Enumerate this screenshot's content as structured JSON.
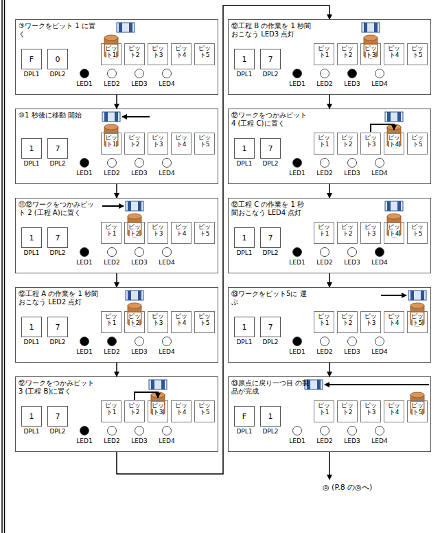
{
  "diagram": {
    "nodes": [
      {
        "text": [
          "③ワークをピット 1 に置く"
        ]
      },
      {
        "text": [
          "F"
        ],
        "in": 0
      },
      {
        "text": [
          "0"
        ],
        "in": 0
      },
      {
        "text": [
          "ピット1"
        ],
        "in": 0
      },
      {
        "text": [
          "ピット2"
        ],
        "in": 0
      },
      {
        "text": [
          "ピット3"
        ],
        "in": 0
      },
      {
        "text": [
          "ピット4"
        ],
        "in": 0
      },
      {
        "text": [
          "ピット5"
        ],
        "in": 0
      },
      {
        "text": [
          "⑩1 秒後に移動 開始"
        ]
      },
      {
        "text": [
          "1"
        ],
        "in": 8
      },
      {
        "text": [
          "7"
        ],
        "in": 8
      },
      {
        "text": [
          "ピット1"
        ],
        "in": 8
      },
      {
        "text": [
          "ピット2"
        ],
        "in": 8
      },
      {
        "text": [
          "ピット3"
        ],
        "in": 8
      },
      {
        "text": [
          "ピット4"
        ],
        "in": 8
      },
      {
        "text": [
          "ピット5"
        ],
        "in": 8
      },
      {
        "text": [
          "⑪⑫ワークをつかみピット 2 (工程 A)に置く"
        ]
      },
      {
        "text": [
          "1"
        ],
        "in": 16
      },
      {
        "text": [
          "7"
        ],
        "in": 16
      },
      {
        "text": [
          "ピット1"
        ],
        "in": 16
      },
      {
        "text": [
          "ピット2"
        ],
        "in": 16
      },
      {
        "text": [
          "ピット3"
        ],
        "in": 16
      },
      {
        "text": [
          "ピット4"
        ],
        "in": 16
      },
      {
        "text": [
          "ピット5"
        ],
        "in": 16
      },
      {
        "text": [
          "⑫工程 A の作業を 1 秒間おこなう LED2 点灯"
        ]
      },
      {
        "text": [
          "1"
        ],
        "in": 24
      },
      {
        "text": [
          "7"
        ],
        "in": 24
      },
      {
        "text": [
          "ピット1"
        ],
        "in": 24
      },
      {
        "text": [
          "ピット2"
        ],
        "in": 24
      },
      {
        "text": [
          "ピット3"
        ],
        "in": 24
      },
      {
        "text": [
          "ピット4"
        ],
        "in": 24
      },
      {
        "text": [
          "ピット5"
        ],
        "in": 24
      },
      {
        "text": [
          "⑫ワークをつかみピット 3 (工程 B)に置く"
        ]
      },
      {
        "text": [
          "1"
        ],
        "in": 32
      },
      {
        "text": [
          "7"
        ],
        "in": 32
      },
      {
        "text": [
          "ピット1"
        ],
        "in": 32
      },
      {
        "text": [
          "ピット2"
        ],
        "in": 32
      },
      {
        "text": [
          "ピット3"
        ],
        "in": 32
      },
      {
        "text": [
          "ピット4"
        ],
        "in": 32
      },
      {
        "text": [
          "ピット5"
        ],
        "in": 32
      },
      {
        "text": [
          "⑫工程 B の作業を 1 秒間おこなう LED3 点灯"
        ]
      },
      {
        "text": [
          "1"
        ],
        "in": 40
      },
      {
        "text": [
          "7"
        ],
        "in": 40
      },
      {
        "text": [
          "ピット1"
        ],
        "in": 40
      },
      {
        "text": [
          "ピット2"
        ],
        "in": 40
      },
      {
        "text": [
          "ピット3"
        ],
        "in": 40
      },
      {
        "text": [
          "ピット4"
        ],
        "in": 40
      },
      {
        "text": [
          "ピット5"
        ],
        "in": 40
      },
      {
        "text": [
          "⑫ワークをつかみピット 4 (工程 C)に置く"
        ]
      },
      {
        "text": [
          "1"
        ],
        "in": 48
      },
      {
        "text": [
          "7"
        ],
        "in": 48
      },
      {
        "text": [
          "ピット1"
        ],
        "in": 48
      },
      {
        "text": [
          "ピット2"
        ],
        "in": 48
      },
      {
        "text": [
          "ピット3"
        ],
        "in": 48
      },
      {
        "text": [
          "ピット4"
        ],
        "in": 48
      },
      {
        "text": [
          "ピット5"
        ],
        "in": 48
      },
      {
        "text": [
          "⑫工程 C の作業を 1 秒間おこなう LED4 点灯"
        ]
      },
      {
        "text": [
          "1"
        ],
        "in": 56
      },
      {
        "text": [
          "7"
        ],
        "in": 56
      },
      {
        "text": [
          "ピット1"
        ],
        "in": 56
      },
      {
        "text": [
          "ピット2"
        ],
        "in": 56
      },
      {
        "text": [
          "ピット3"
        ],
        "in": 56
      },
      {
        "text": [
          "ピット4"
        ],
        "in": 56
      },
      {
        "text": [
          "ピット5"
        ],
        "in": 56
      },
      {
        "text": [
          "⑬ワークをピット5に 運ぶ"
        ]
      },
      {
        "text": [
          "1"
        ],
        "in": 64
      },
      {
        "text": [
          "7"
        ],
        "in": 64
      },
      {
        "text": [
          "ピット1"
        ],
        "in": 64
      },
      {
        "text": [
          "ピット2"
        ],
        "in": 64
      },
      {
        "text": [
          "ピット3"
        ],
        "in": 64
      },
      {
        "text": [
          "ピット4"
        ],
        "in": 64
      },
      {
        "text": [
          "ピット5"
        ],
        "in": 64
      },
      {
        "text": [
          "⑬原点に戻り一つ目 の製品が完成"
        ]
      },
      {
        "text": [
          "F"
        ],
        "in": 72
      },
      {
        "text": [
          "1"
        ],
        "in": 72
      },
      {
        "text": [
          "ピット1"
        ],
        "in": 72
      },
      {
        "text": [
          "ピット2"
        ],
        "in": 72
      },
      {
        "text": [
          "ピット3"
        ],
        "in": 72
      },
      {
        "text": [
          "ピット4"
        ],
        "in": 72
      },
      {
        "text": [
          "ピット5"
        ],
        "in": 72
      }
    ],
    "edges": [
      {
        "from": 0,
        "to": 8,
        "arrow": "to"
      },
      {
        "from": 8,
        "to": 16,
        "arrow": "to"
      },
      {
        "from": 16,
        "to": 24,
        "arrow": "to"
      },
      {
        "from": 24,
        "to": 32,
        "arrow": "to"
      },
      {
        "from": 32,
        "to": 40,
        "arrow": "to"
      },
      {
        "from": 40,
        "to": 48,
        "arrow": "to"
      },
      {
        "from": 48,
        "to": 56,
        "arrow": "to"
      },
      {
        "from": 56,
        "to": 64,
        "arrow": "to"
      },
      {
        "from": 64,
        "to": 72,
        "arrow": "to"
      }
    ],
    "labels": [
      "DPL1",
      "DPL2",
      "LED1",
      "LED2",
      "LED3",
      "LED4",
      "DPL1",
      "DPL2",
      "LED1",
      "LED2",
      "LED3",
      "LED4",
      "DPL1",
      "DPL2",
      "LED1",
      "LED2",
      "LED3",
      "LED4",
      "DPL1",
      "DPL2",
      "LED1",
      "LED2",
      "LED3",
      "LED4",
      "DPL1",
      "DPL2",
      "LED1",
      "LED2",
      "LED3",
      "LED4",
      "DPL1",
      "DPL2",
      "LED1",
      "LED2",
      "LED3",
      "LED4",
      "DPL1",
      "DPL2",
      "LED1",
      "LED2",
      "LED3",
      "LED4",
      "DPL1",
      "DPL2",
      "LED1",
      "LED2",
      "LED3",
      "LED4",
      "DPL1",
      "DPL2",
      "LED1",
      "LED2",
      "LED3",
      "LED4",
      "DPL1",
      "DPL2",
      "LED1",
      "LED2",
      "LED3",
      "LED4",
      "◎ (P.8 の◎へ)"
    ]
  }
}
